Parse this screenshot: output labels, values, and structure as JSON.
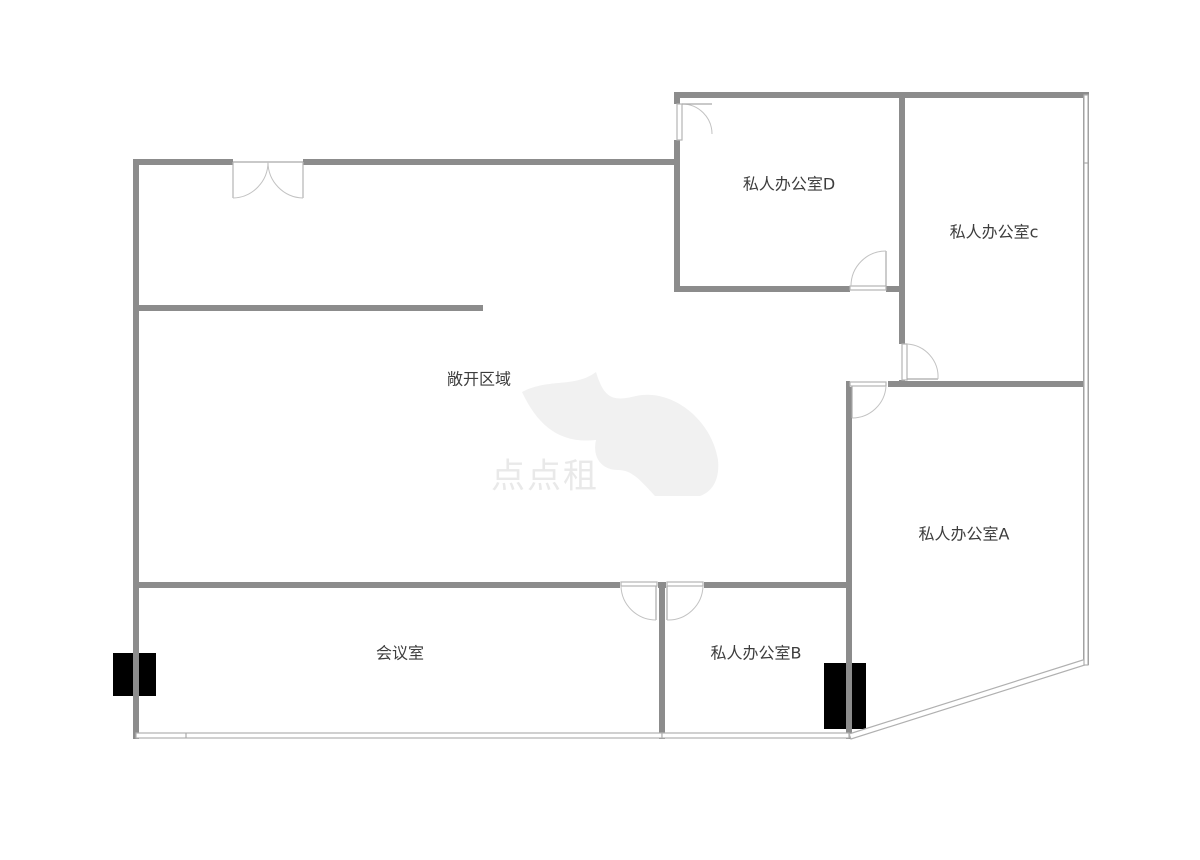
{
  "floor_plan": {
    "rooms": [
      {
        "id": "open_area",
        "label": "敞开区域"
      },
      {
        "id": "office_d",
        "label": "私人办公室D"
      },
      {
        "id": "office_c",
        "label": "私人办公室c"
      },
      {
        "id": "office_a",
        "label": "私人办公室A"
      },
      {
        "id": "meeting_room",
        "label": "会议室"
      },
      {
        "id": "office_b",
        "label": "私人办公室B"
      }
    ],
    "watermark": {
      "text": "点点租",
      "logo": "fox-head-logo"
    },
    "colors": {
      "wall": "#8c8c8c",
      "pillar": "#000000",
      "label": "#3d3d3d",
      "watermark": "#eeeeee"
    }
  }
}
